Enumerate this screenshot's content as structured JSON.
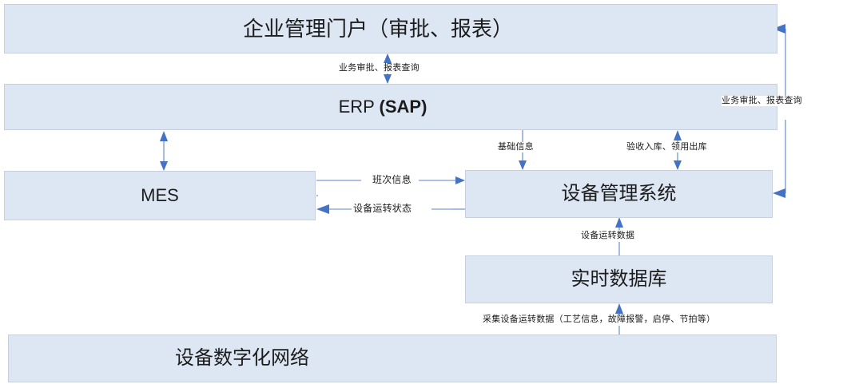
{
  "diagram": {
    "title_text": "企业管理门户（审批、报表）",
    "nodes": [
      {
        "id": "portal",
        "label": "企业管理门户（审批、报表）"
      },
      {
        "id": "erp",
        "label_main": "ERP ",
        "label_bold": "(SAP)"
      },
      {
        "id": "mes",
        "label": "MES"
      },
      {
        "id": "eqmgmt",
        "label": "设备管理系统"
      },
      {
        "id": "rtdb",
        "label": "实时数据库"
      },
      {
        "id": "network",
        "label": "设备数字化网络"
      }
    ],
    "edge_labels": {
      "portal_erp": "业务审批、报表查询",
      "right_side": "业务审批、报表查询",
      "erp_eqmgmt": "基础信息",
      "erp_eqmgmt_right": "验收入库、领用出库",
      "mes_to_eqmgmt": "班次信息",
      "eqmgmt_to_mes": "设备运转状态",
      "rtdb_to_eqmgmt": "设备运转数据",
      "network_to_rtdb": "采集设备运转数据（工艺信息，故障报警，启停、节拍等）"
    },
    "colors": {
      "node_fill": "#dde7f3",
      "node_border": "#c6cfdb",
      "arrow": "#4472c4",
      "connector_line": "#5b84c4",
      "text": "#1c1c1c",
      "background": "#ffffff"
    }
  }
}
